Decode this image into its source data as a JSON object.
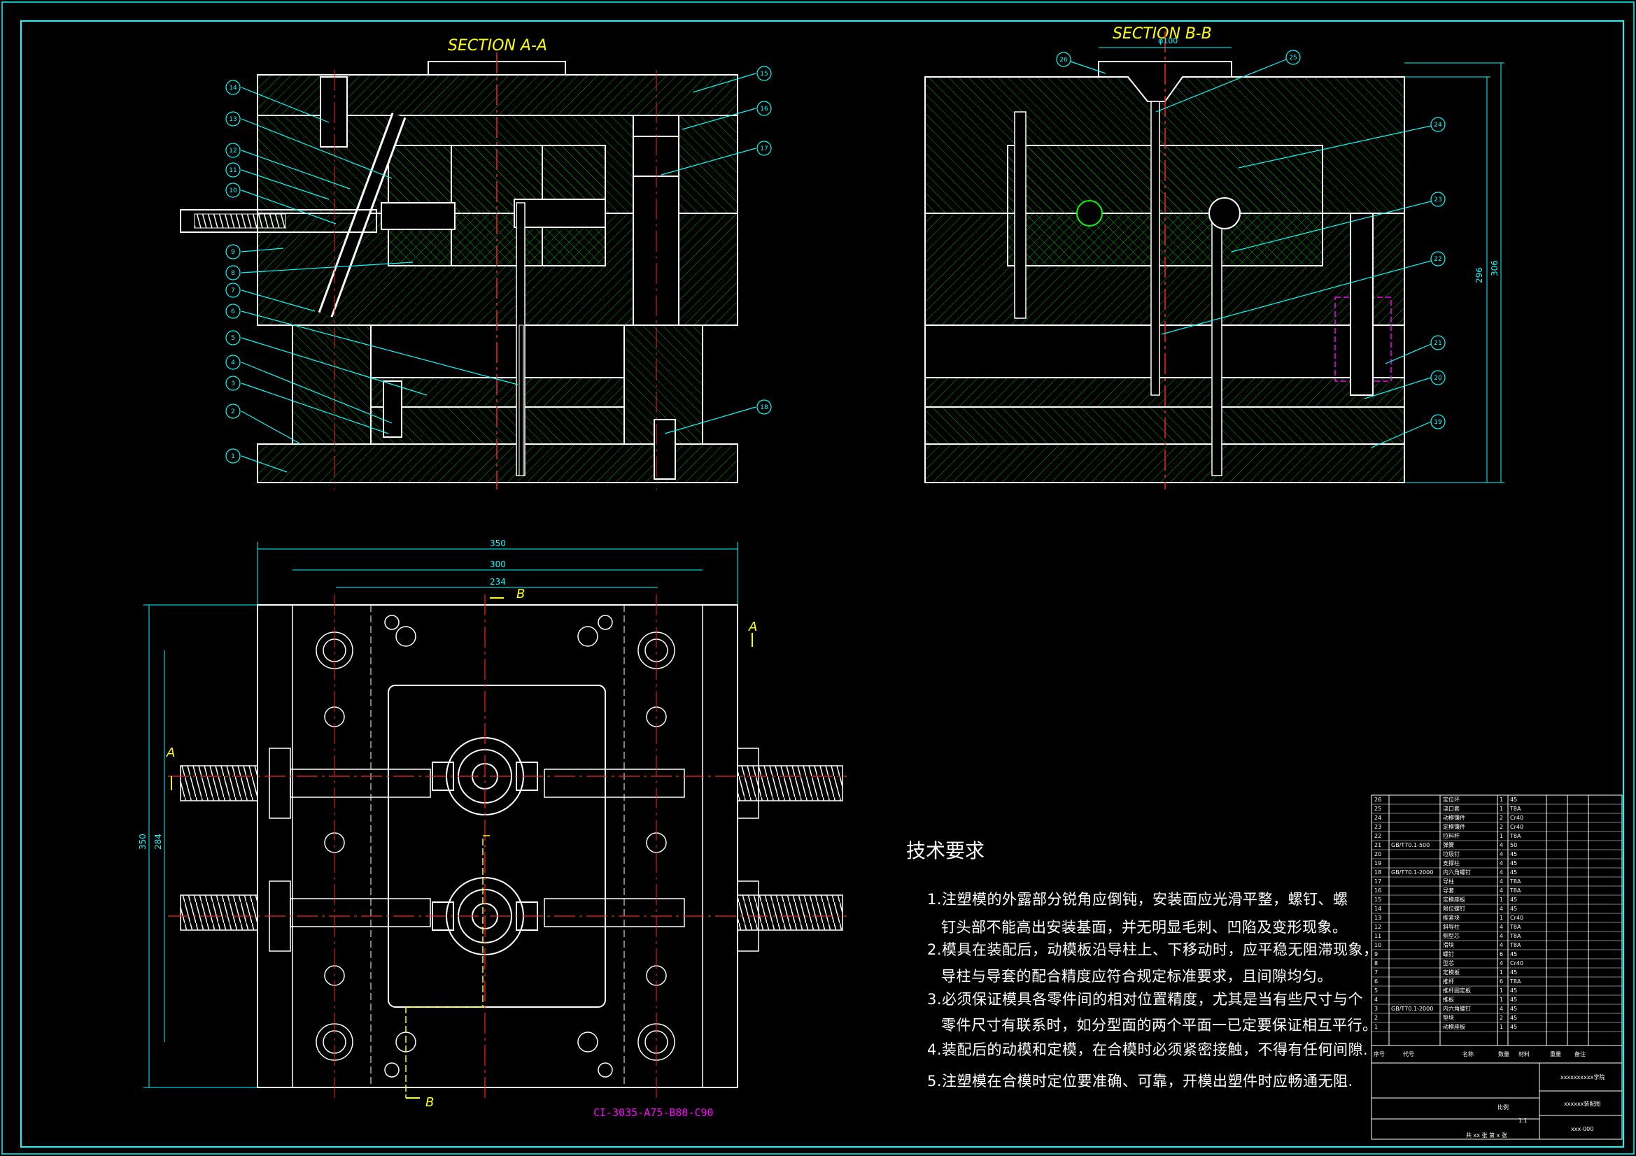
{
  "sections": {
    "a_title": "SECTION A-A",
    "b_title": "SECTION B-B"
  },
  "callouts": {
    "left": [
      "1",
      "2",
      "3",
      "4",
      "5",
      "6",
      "7",
      "8",
      "9",
      "10",
      "11",
      "12",
      "13",
      "14"
    ],
    "right_a": [
      "15",
      "16",
      "17",
      "18"
    ],
    "right_b": [
      "19",
      "20",
      "21",
      "22",
      "23",
      "24",
      "25",
      "26"
    ]
  },
  "dimensions": {
    "plan_width_outer": "350",
    "plan_width_mid": "300",
    "plan_width_inner": "234",
    "plan_height_outer": "350",
    "plan_height_inner": "284",
    "section_b_height_inner": "296",
    "section_b_height_outer": "306",
    "sprue_dia": "φ100"
  },
  "section_markers": {
    "a": "A",
    "b": "B"
  },
  "mold_base_code": "CI-3035-A75-B80-C90",
  "tech_requirements": {
    "title": "技术要求",
    "lines": [
      "1.注塑模的外露部分锐角应倒钝，安装面应光滑平整，螺钉、螺",
      "钉头部不能高出安装基面，并无明显毛刺、凹陷及变形现象。",
      "2.模具在装配后，动模板沿导柱上、下移动时，应平稳无阻滞现象，",
      "导柱与导套的配合精度应符合规定标准要求，且间隙均匀。",
      "3.必须保证模具各零件间的相对位置精度，尤其是当有些尺寸与个",
      "零件尺寸有联系时，如分型面的两个平面一已定要保证相互平行。",
      "4.装配后的动模和定模，在合模时必须紧密接触，不得有任何间隙.",
      "5.注塑模在合模时定位要准确、可靠，开模出塑件时应畅通无阻."
    ]
  },
  "bom": [
    {
      "no": "26",
      "code": "",
      "name": "定位环",
      "qty": "1",
      "mat": "45"
    },
    {
      "no": "25",
      "code": "",
      "name": "浇口套",
      "qty": "1",
      "mat": "T8A"
    },
    {
      "no": "24",
      "code": "",
      "name": "动模镶件",
      "qty": "2",
      "mat": "Cr40"
    },
    {
      "no": "23",
      "code": "",
      "name": "定模镶件",
      "qty": "2",
      "mat": "Cr40"
    },
    {
      "no": "22",
      "code": "",
      "name": "拉料杆",
      "qty": "1",
      "mat": "T8A"
    },
    {
      "no": "21",
      "code": "GB/T70.1-500",
      "name": "弹簧",
      "qty": "4",
      "mat": "50"
    },
    {
      "no": "20",
      "code": "",
      "name": "垃圾钉",
      "qty": "4",
      "mat": "45"
    },
    {
      "no": "19",
      "code": "",
      "name": "支撑柱",
      "qty": "4",
      "mat": "45"
    },
    {
      "no": "18",
      "code": "GB/T70.1-2000",
      "name": "内六角螺钉",
      "qty": "4",
      "mat": "45"
    },
    {
      "no": "17",
      "code": "",
      "name": "导柱",
      "qty": "4",
      "mat": "T8A"
    },
    {
      "no": "16",
      "code": "",
      "name": "导套",
      "qty": "4",
      "mat": "T8A"
    },
    {
      "no": "15",
      "code": "",
      "name": "定模座板",
      "qty": "1",
      "mat": "45"
    },
    {
      "no": "14",
      "code": "",
      "name": "限位螺钉",
      "qty": "4",
      "mat": "45"
    },
    {
      "no": "13",
      "code": "",
      "name": "楔紧块",
      "qty": "1",
      "mat": "Cr40"
    },
    {
      "no": "12",
      "code": "",
      "name": "斜导柱",
      "qty": "4",
      "mat": "T8A"
    },
    {
      "no": "11",
      "code": "",
      "name": "侧型芯",
      "qty": "4",
      "mat": "T8A"
    },
    {
      "no": "10",
      "code": "",
      "name": "滑块",
      "qty": "4",
      "mat": "T8A"
    },
    {
      "no": "9",
      "code": "",
      "name": "螺钉",
      "qty": "6",
      "mat": "45"
    },
    {
      "no": "8",
      "code": "",
      "name": "型芯",
      "qty": "4",
      "mat": "Cr40"
    },
    {
      "no": "7",
      "code": "",
      "name": "定模板",
      "qty": "1",
      "mat": "45"
    },
    {
      "no": "6",
      "code": "",
      "name": "推杆",
      "qty": "6",
      "mat": "T8A"
    },
    {
      "no": "5",
      "code": "",
      "name": "推杆固定板",
      "qty": "1",
      "mat": "45"
    },
    {
      "no": "4",
      "code": "",
      "name": "推板",
      "qty": "1",
      "mat": "45"
    },
    {
      "no": "3",
      "code": "GB/T70.1-2000",
      "name": "内六角螺钉",
      "qty": "4",
      "mat": "45"
    },
    {
      "no": "2",
      "code": "",
      "name": "垫块",
      "qty": "2",
      "mat": "45"
    },
    {
      "no": "1",
      "code": "",
      "name": "动模座板",
      "qty": "1",
      "mat": "45"
    }
  ],
  "title_block": {
    "school": "xxxxxxxxxx学院",
    "drawing_name": "xxxxxx装配图",
    "drawing_no": "xxx-000",
    "scale_label": "比例",
    "scale": "1:1",
    "sheets": "共 xx 张  第 x 张",
    "header_no": "序号",
    "header_code": "代号",
    "header_name": "名称",
    "header_qty": "数量",
    "header_mat": "材料",
    "header_weight": "重量",
    "header_note": "备注"
  },
  "colors": {
    "line": "#ffffff",
    "border": "#00ffff",
    "hatch": "#00c000",
    "centerline": "#ff2020",
    "title": "#ffff00",
    "magenta": "#ff00ff",
    "dim": "#00ffff"
  }
}
